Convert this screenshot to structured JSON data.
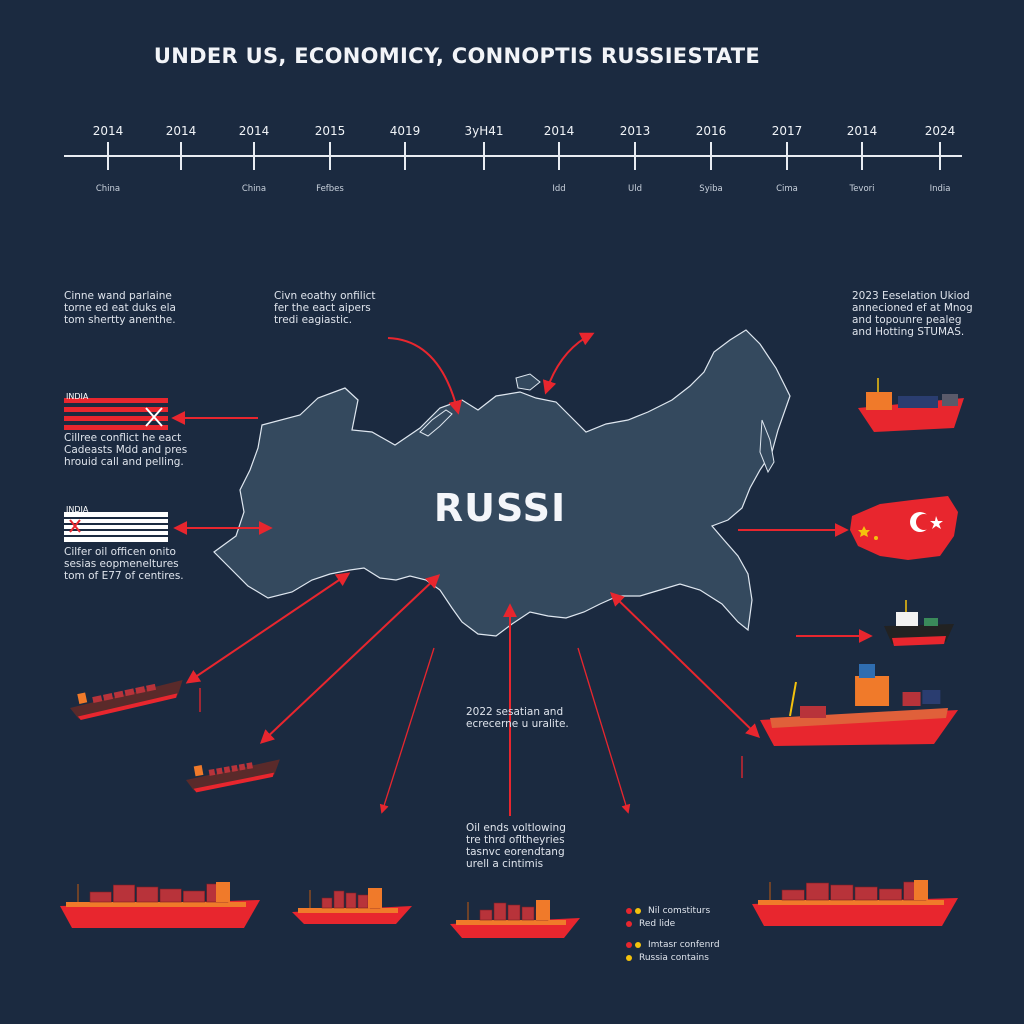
{
  "title": "UNDER US, ECONOMICY, CONNOPTIS RUSSIESTATE",
  "map_label": "RUSSI",
  "timeline": {
    "years": [
      "2014",
      "2014",
      "2014",
      "2015",
      "4019",
      "3yH41",
      "2014",
      "2013",
      "2016",
      "2017",
      "2014",
      "2024"
    ],
    "sublabels": [
      "China",
      "",
      "China",
      "Fefbes",
      "",
      "",
      "Idd",
      "Uld",
      "Syiba",
      "Cima",
      "Tevori",
      "India"
    ]
  },
  "notes": {
    "top_left": [
      "Cinne wand parlaine",
      "torne ed eat duks ela",
      "tom shertty anenthe."
    ],
    "top_center": [
      "Civn eoathy onfilict",
      "fer the eact aipers",
      "tredi eagiastic."
    ],
    "top_right": [
      "2023 Eeselation Ukiod",
      "annecioned ef at Mnog",
      "and topounre pealeg",
      "and Hotting STUMAS."
    ],
    "flag1_caption": [
      "Cillree conflict he eact",
      "Cadeasts Mdd and pres",
      "hrouid call and pelling."
    ],
    "flag2_caption": [
      "Cilfer oil officen onito",
      "sesias eopmeneltures",
      "tom of E77 of centires."
    ],
    "center_low": [
      "2022 sesatian and",
      "ecrecerne u uralite."
    ],
    "bottom_center": [
      "Oil ends voltlowing",
      "tre thrd ofltheyries",
      "tasnvc eorendtang",
      "urell a cintimis"
    ]
  },
  "flags": {
    "flag1_label": "INDIA",
    "flag2_label": "INDIA"
  },
  "legend": [
    {
      "label": "Nil comstiturs",
      "colors": [
        "#e8262e",
        "#f4c20d"
      ]
    },
    {
      "label": "Red lide",
      "colors": [
        "#e8262e"
      ]
    },
    {
      "label": "Imtasr confenrd",
      "colors": [
        "#e8262e",
        "#f4c20d"
      ]
    },
    {
      "label": "Russia contains",
      "colors": [
        "#f4c20d"
      ]
    }
  ],
  "colors": {
    "background": "#1b2a40",
    "map_fill": "#34495e",
    "arrow": "#e8262e",
    "ship_hull": "#e8262e",
    "ship_deck": "#f07a2a",
    "container": "#b8333a"
  }
}
